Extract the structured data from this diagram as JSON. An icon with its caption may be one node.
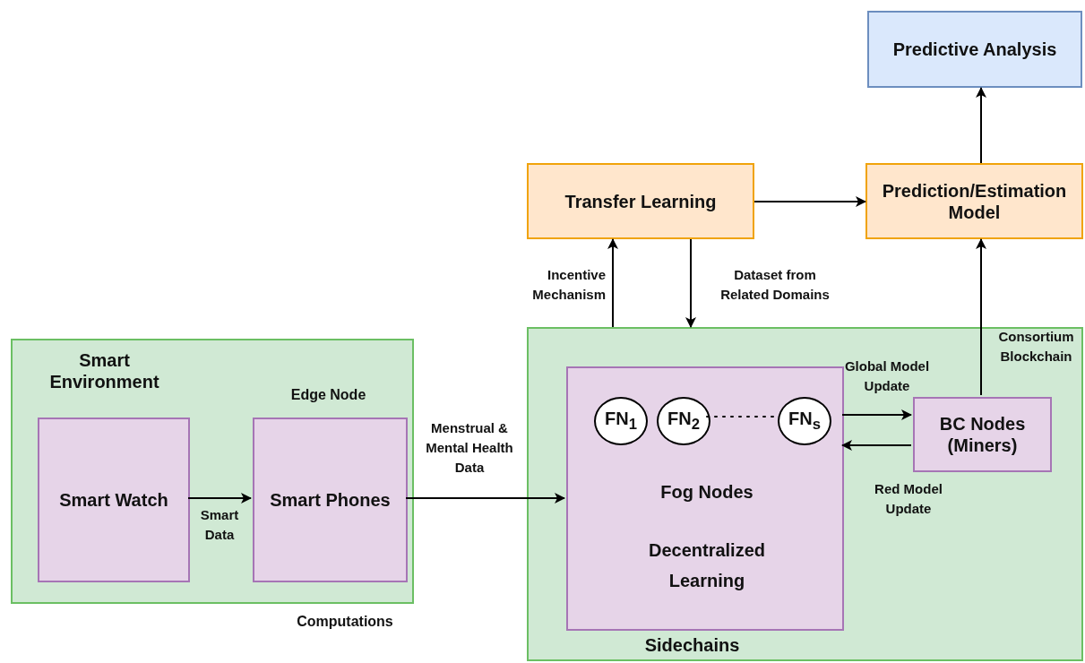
{
  "diagram": {
    "nodes": [
      {
        "text": [
          "Predictive Analysis"
        ]
      },
      {
        "text": [
          "Transfer Learning"
        ]
      },
      {
        "text": [
          "Prediction/Estimation Model"
        ]
      },
      {
        "text": [
          "Smart Environment"
        ]
      },
      {
        "text": [
          "Smart Watch"
        ],
        "in": 3
      },
      {
        "text": [
          "Smart Phones"
        ],
        "in": 3,
        "beside": [
          "Edge Node"
        ]
      },
      {
        "text": [
          "Sidechains"
        ]
      },
      {
        "text": [
          "Fog Nodes",
          "Decentralized Learning"
        ],
        "in": 6
      },
      {
        "text": [
          "FN$_{1}$"
        ],
        "in": 7
      },
      {
        "text": [
          "FN$_{2}$"
        ],
        "in": 7
      },
      {
        "text": [
          "FN$_{s}$"
        ],
        "in": 7
      },
      {
        "text": [
          "BC Nodes (Miners)"
        ],
        "in": 6
      }
    ],
    "edges": [
      {
        "from": 4,
        "to": 5,
        "arrow": "to",
        "label": "Smart Data"
      },
      {
        "from": 5,
        "to": 7,
        "arrow": "to",
        "label": "Menstrual & Mental Health Data"
      },
      {
        "from": 7,
        "to": 11,
        "arrow": "to",
        "label": "Global Model Update"
      },
      {
        "from": 11,
        "to": 7,
        "arrow": "to",
        "label": "Red Model Update"
      },
      {
        "from": 6,
        "to": 1,
        "arrow": "to",
        "label": "Incentive Mechanism"
      },
      {
        "from": 1,
        "to": 6,
        "arrow": "to",
        "label": "Dataset from Related Domains"
      },
      {
        "from": 1,
        "to": 2,
        "arrow": "to"
      },
      {
        "from": 11,
        "to": 2,
        "arrow": "to",
        "label": "Consortium Blockchain"
      },
      {
        "from": 2,
        "to": 0,
        "arrow": "to"
      },
      {
        "from": 9,
        "to": 10,
        "arrow": "none",
        "style": "dashed"
      }
    ],
    "labels": [
      "Computations"
    ]
  }
}
